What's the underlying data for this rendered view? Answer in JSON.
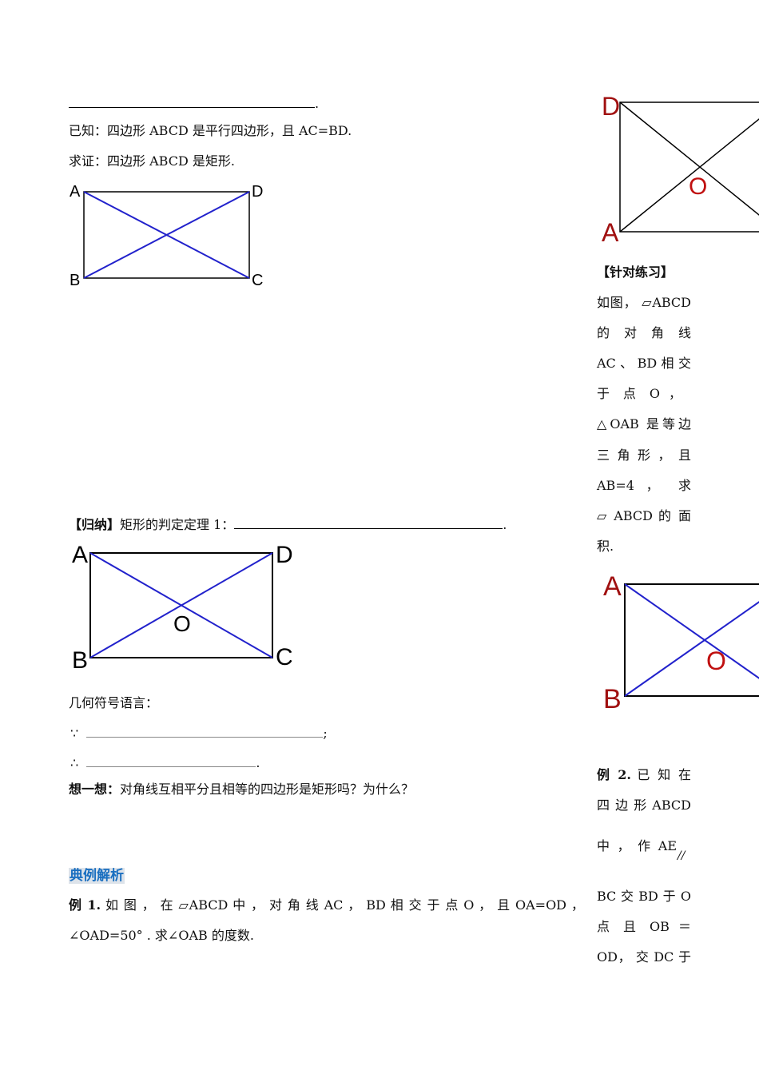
{
  "top_blank_end": ".",
  "given": "已知：四边形 ABCD 是平行四边形，且 AC=BD.",
  "prove": "求证：四边形 ABCD 是矩形.",
  "figure1": {
    "labels": {
      "A": "A",
      "B": "B",
      "C": "C",
      "D": "D"
    },
    "diagonal_color": "#2222cc"
  },
  "summary": {
    "tag": "【归纳】",
    "text": "矩形的判定定理 1：",
    "end": "."
  },
  "figure2": {
    "labels": {
      "A": "A",
      "B": "B",
      "C": "C",
      "D": "D",
      "O": "O"
    },
    "diagonal_color": "#2222cc"
  },
  "symbolic": {
    "title": "几何符号语言：",
    "because": "∵",
    "because_end": ";",
    "therefore": "∴",
    "therefore_end": "."
  },
  "think": {
    "tag": "想一想：",
    "text": "对角线互相平分且相等的四边形是矩形吗？为什么？"
  },
  "section_title": "典例解析",
  "example1": {
    "tag": "例 1.",
    "line1": "如 图 ， 在 ▱ABCD 中 ， 对 角 线 AC ， BD 相 交 于 点 O ， 且 OA=OD ，",
    "line2": "∠OAD=50° . 求∠OAB 的度数."
  },
  "right_figure1": {
    "labels": {
      "D": "D",
      "A": "A",
      "O": "O"
    },
    "label_color": "#a01010"
  },
  "practice": {
    "title": "【针对练习】",
    "lines": [
      "如图， ▱ABCD",
      "的 对 角 线",
      "AC 、 BD 相 交",
      "于 点 O ，",
      "△OAB 是等边",
      "三 角 形 ， 且",
      "AB=4 ， 求",
      "▱ ABCD 的 面",
      "积."
    ]
  },
  "right_figure2": {
    "labels": {
      "A": "A",
      "B": "B",
      "O": "O"
    },
    "label_color": "#a01010",
    "diagonal_color": "#2222cc"
  },
  "example2": {
    "tag": "例 2.",
    "lines": [
      "已 知 在",
      "四 边 形 ABCD",
      "中 ， 作 AE",
      "//",
      "BC 交 BD 于 O",
      "点 且 OB ＝",
      "OD， 交 DC 于"
    ]
  }
}
